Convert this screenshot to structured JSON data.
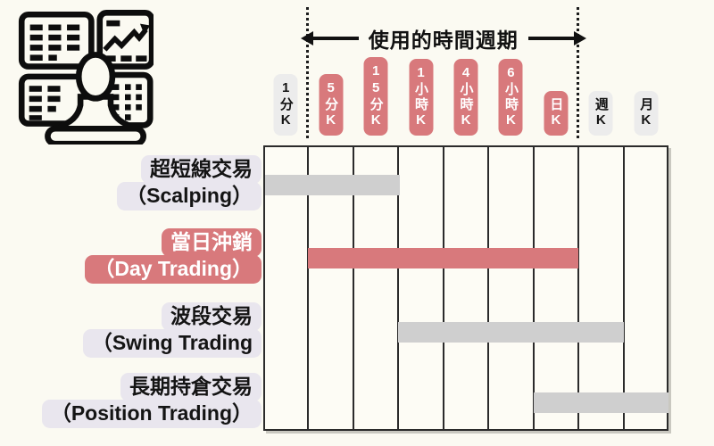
{
  "banner": {
    "title": "使用的時間週期"
  },
  "icon": {
    "label": "trader-with-monitors"
  },
  "chart_data": {
    "type": "timeframe-usage-grid",
    "title": "使用的時間週期",
    "columns": [
      {
        "id": "1min",
        "label": "1分K",
        "highlighted": false
      },
      {
        "id": "5min",
        "label": "5分K",
        "highlighted": true
      },
      {
        "id": "15min",
        "label": "15分K",
        "highlighted": true
      },
      {
        "id": "1hour",
        "label": "1小時K",
        "highlighted": true
      },
      {
        "id": "4hour",
        "label": "4小時K",
        "highlighted": true
      },
      {
        "id": "6hour",
        "label": "6小時K",
        "highlighted": true
      },
      {
        "id": "daily",
        "label": "日K",
        "highlighted": true
      },
      {
        "id": "weekly",
        "label": "週K",
        "highlighted": false
      },
      {
        "id": "monthly",
        "label": "月K",
        "highlighted": false
      }
    ],
    "highlight_range": {
      "from_idx": 1,
      "to_idx": 6
    },
    "rows": [
      {
        "id": "scalping",
        "label_zh": "超短線交易",
        "label_en": "（Scalping）",
        "from_idx": 0,
        "to_idx": 2,
        "style": "gray"
      },
      {
        "id": "day-trading",
        "label_zh": "當日沖銷",
        "label_en": "（Day Trading）",
        "from_idx": 1,
        "to_idx": 6,
        "style": "pink"
      },
      {
        "id": "swing-trading",
        "label_zh": "波段交易",
        "label_en": "（Swing Trading",
        "from_idx": 3,
        "to_idx": 7,
        "style": "gray"
      },
      {
        "id": "position-trading",
        "label_zh": "長期持倉交易",
        "label_en": "（Position Trading）",
        "from_idx": 6,
        "to_idx": 8,
        "style": "gray"
      }
    ],
    "colors": {
      "highlight": "#d8797c",
      "bar_gray": "#cfcfcf",
      "header_gray": "#ececec",
      "header_text_dark": "#141414",
      "header_text_light": "#ffffff",
      "label_bg": "#e9e6ee",
      "grid_line": "#2b2b2b",
      "background": "#fbfaf2"
    }
  }
}
